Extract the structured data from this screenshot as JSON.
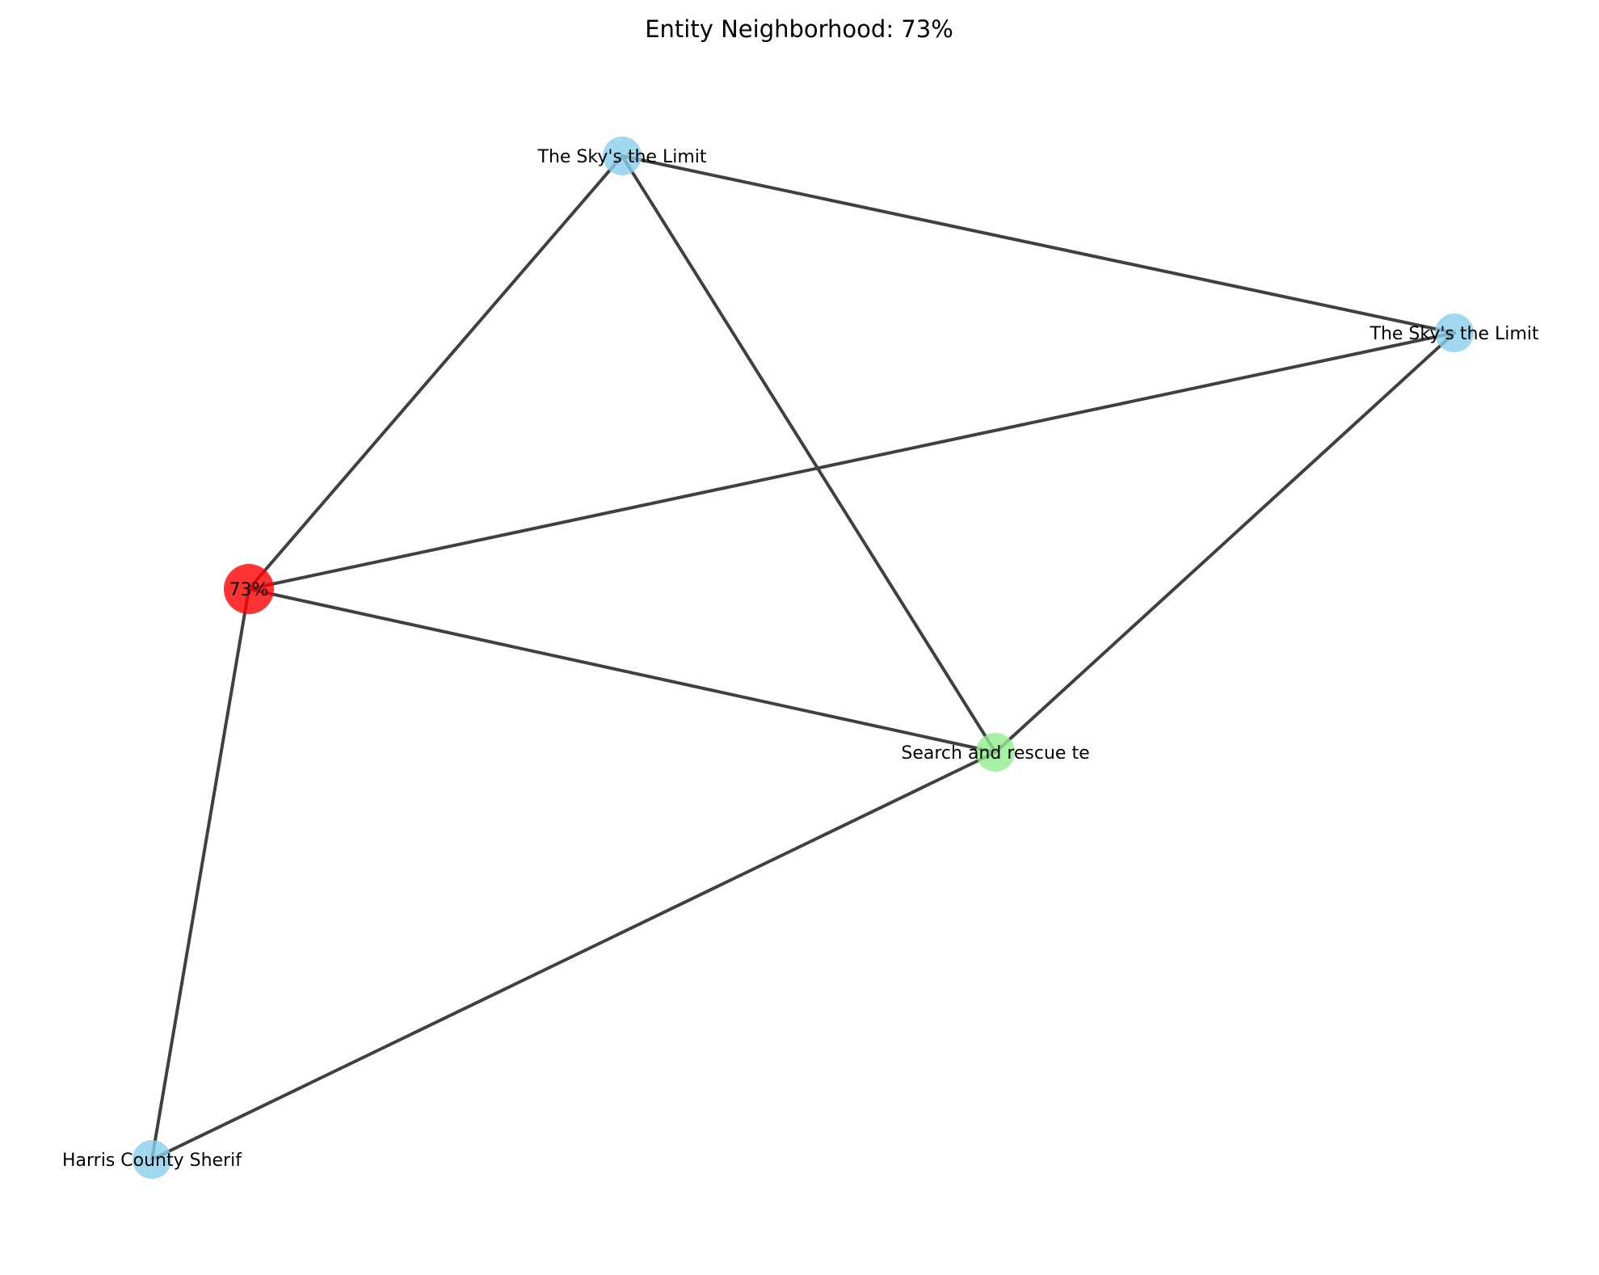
{
  "title": "Entity Neighborhood: 73%",
  "colors": {
    "center": "#ff0000",
    "entity": "#87ceeb",
    "group": "#90ee90",
    "edge": "#404040"
  },
  "nodes": [
    {
      "id": "n0",
      "label": "73%",
      "kind": "center"
    },
    {
      "id": "n1",
      "label": "The Sky's the Limit",
      "kind": "entity"
    },
    {
      "id": "n2",
      "label": "The Sky's the Limit",
      "kind": "entity"
    },
    {
      "id": "n3",
      "label": "Search and rescue te",
      "kind": "group"
    },
    {
      "id": "n4",
      "label": "Harris County Sherif",
      "kind": "entity"
    }
  ],
  "edges": [
    {
      "source": "n1",
      "target": "n2"
    },
    {
      "source": "n1",
      "target": "n0"
    },
    {
      "source": "n1",
      "target": "n3"
    },
    {
      "source": "n2",
      "target": "n0"
    },
    {
      "source": "n2",
      "target": "n3"
    },
    {
      "source": "n0",
      "target": "n3"
    },
    {
      "source": "n0",
      "target": "n4"
    },
    {
      "source": "n3",
      "target": "n4"
    }
  ]
}
